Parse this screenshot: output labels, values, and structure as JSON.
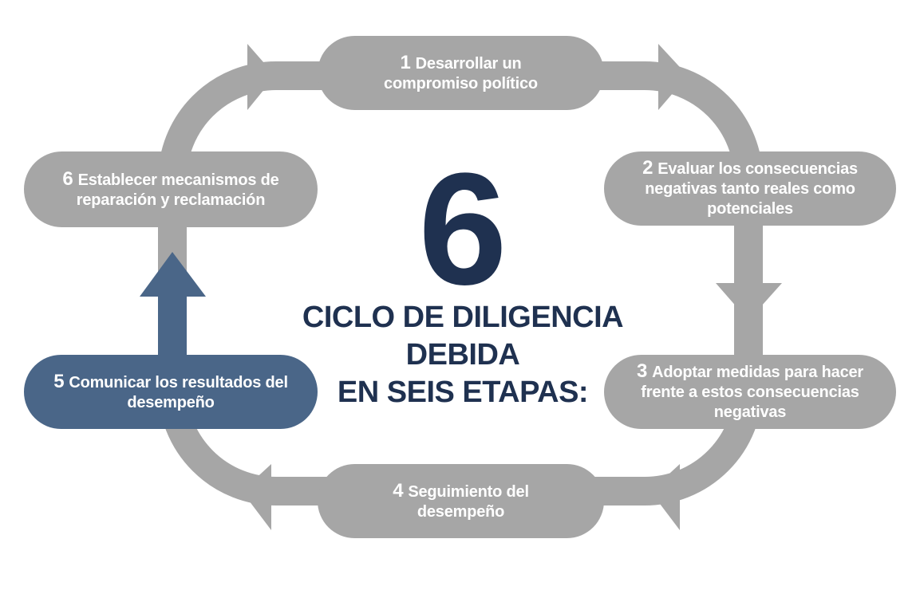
{
  "center": {
    "number": "6",
    "title_lines": [
      "CICLO DE DILIGENCIA",
      "DEBIDA",
      "EN SEIS ETAPAS:"
    ]
  },
  "steps": [
    {
      "num": "1",
      "text": "Desarrollar un compromiso político"
    },
    {
      "num": "2",
      "text": "Evaluar los consecuencias negativas tanto reales como potenciales"
    },
    {
      "num": "3",
      "text": "Adoptar medidas para hacer frente a estos consecuencias negativas"
    },
    {
      "num": "4",
      "text": "Seguimiento del desempeño"
    },
    {
      "num": "5",
      "text": "Comunicar los resultados del desempeño"
    },
    {
      "num": "6",
      "text": "Establecer mecanismos de reparación y reclamación"
    }
  ],
  "colors": {
    "gray": "#a6a6a6",
    "navy": "#1f3150",
    "highlight": "#4a6688"
  }
}
